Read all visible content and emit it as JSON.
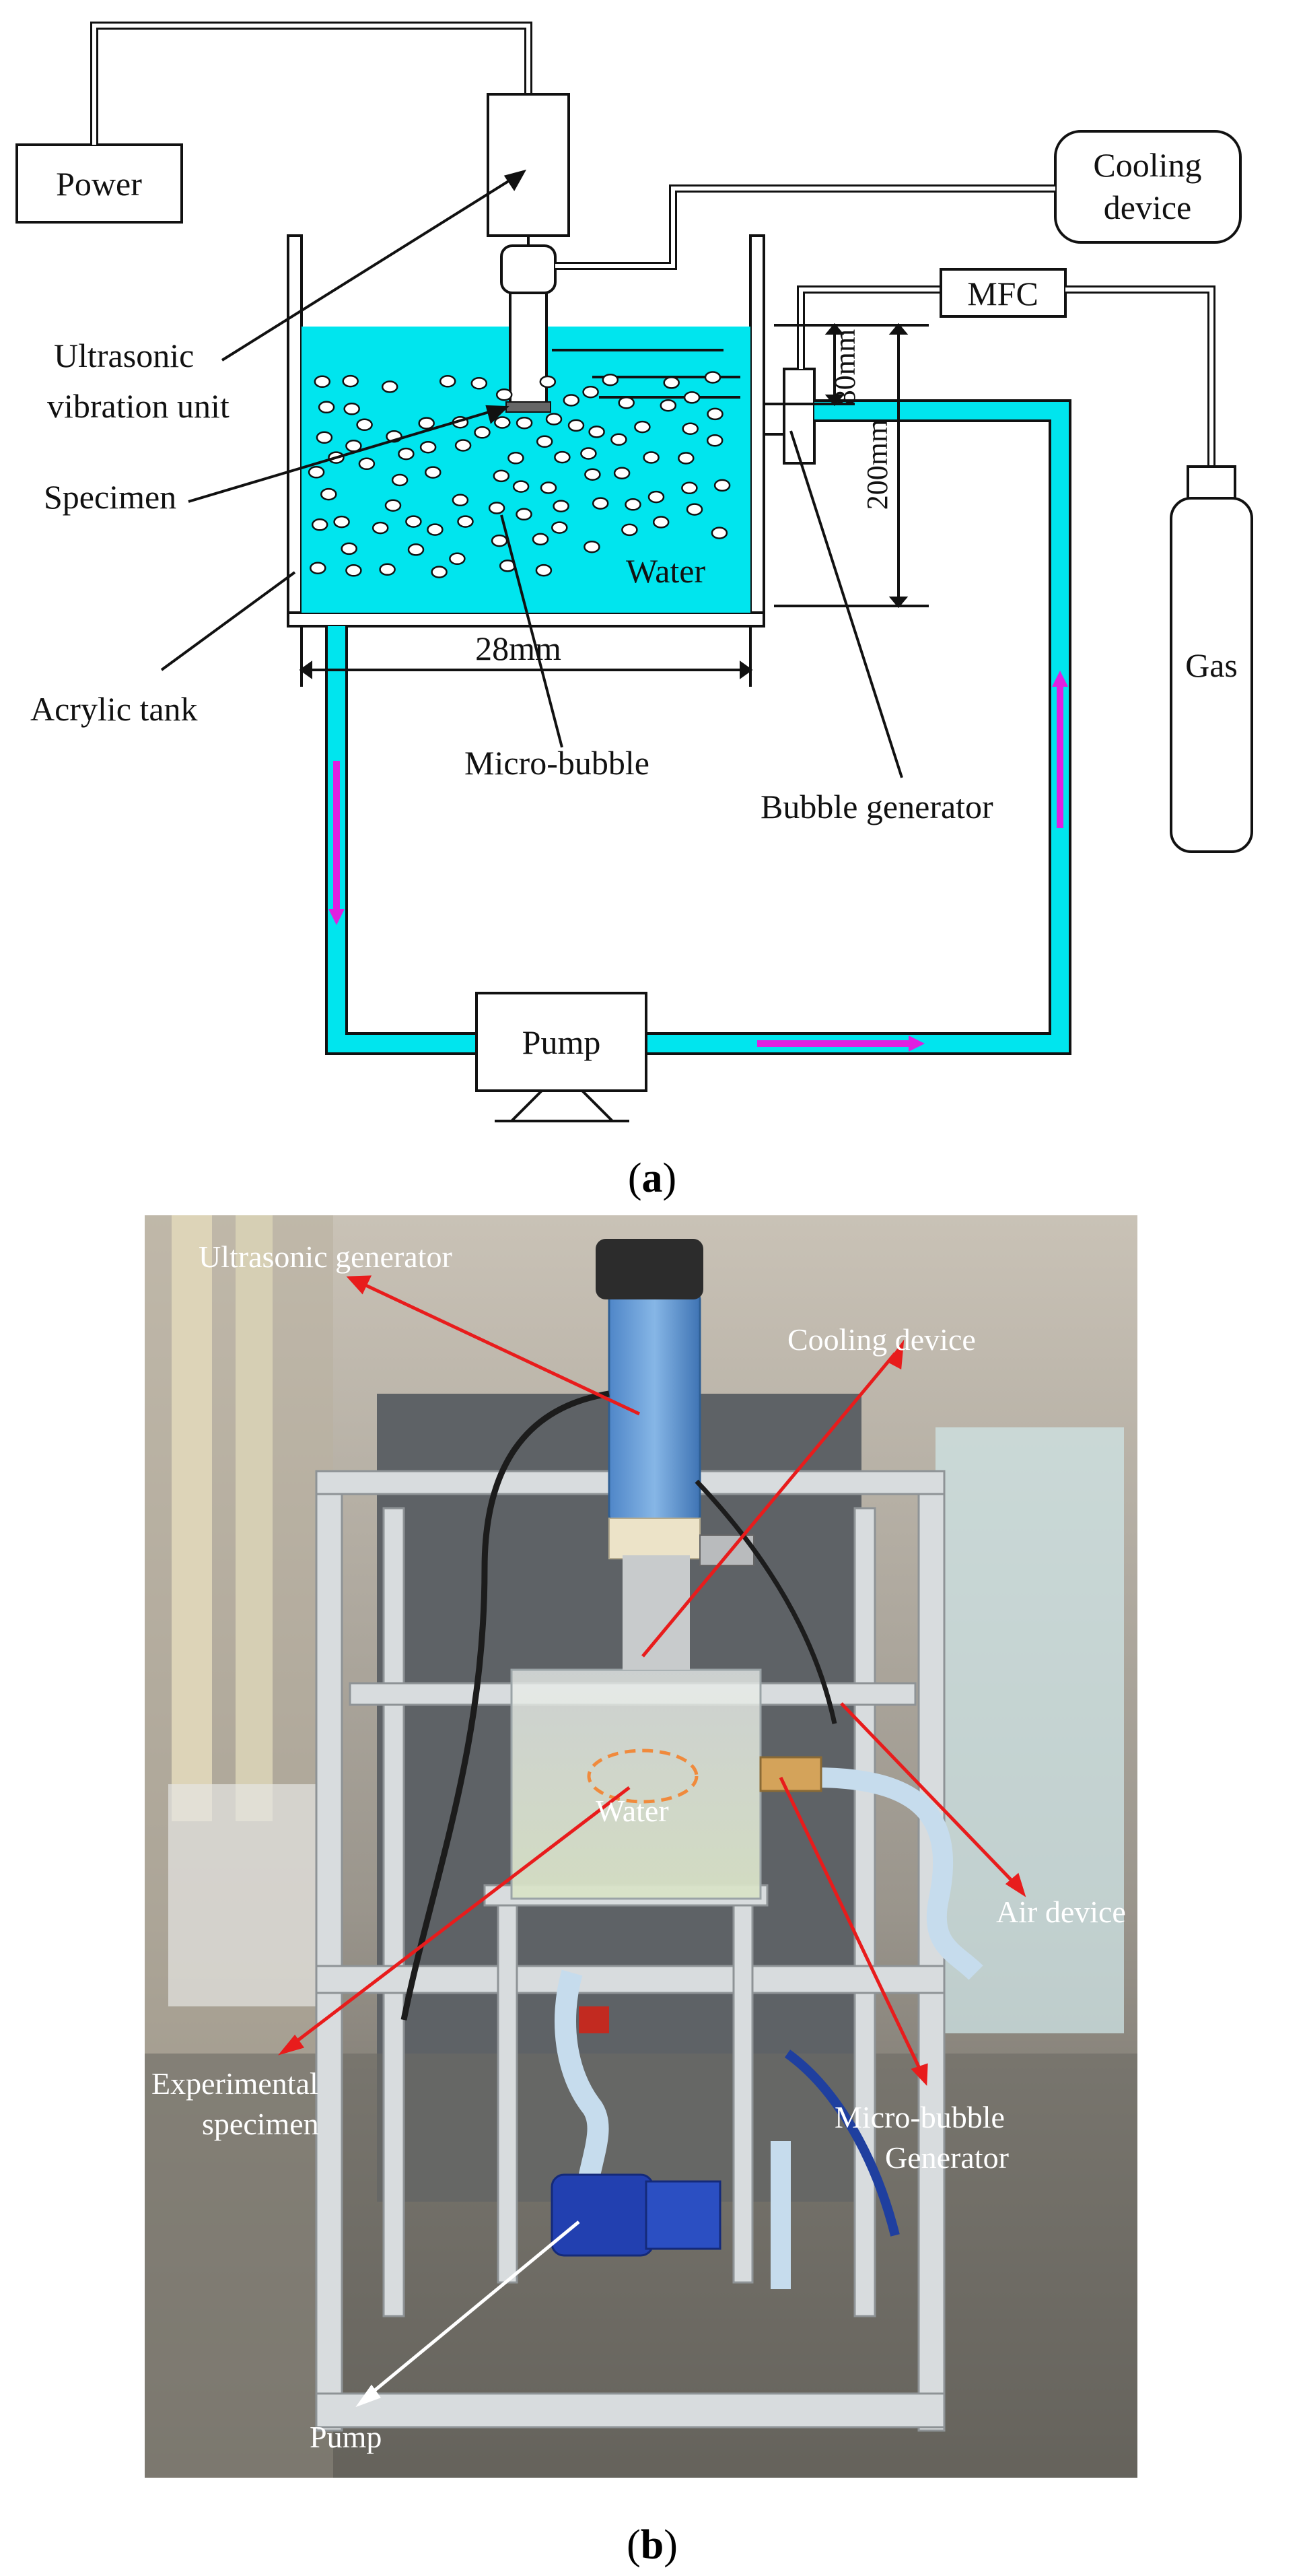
{
  "colors": {
    "water": "#00E5EE",
    "arrow_flow": "#E020E0",
    "line": "#111111",
    "photo_arrow": "#E81C1C",
    "photo_ellipse": "#F08A3C"
  },
  "panel_a": {
    "labels": {
      "power": "Power",
      "cooling_line1": "Cooling",
      "cooling_line2": "device",
      "mfc": "MFC",
      "ultrasonic_line1": "Ultrasonic",
      "ultrasonic_line2": "vibration unit",
      "specimen": "Specimen",
      "water": "Water",
      "acrylic_tank": "Acrylic  tank",
      "dim_28": "28mm",
      "dim_80": "80mm",
      "dim_200": "200mm",
      "micro_bubble": "Micro-bubble",
      "bubble_generator": "Bubble  generator",
      "gas": "Gas",
      "pump": "Pump"
    },
    "caption": {
      "open": "(",
      "letter": "a",
      "close": ")"
    }
  },
  "panel_b": {
    "labels": {
      "ultrasonic_generator": "Ultrasonic generator",
      "cooling_device": "Cooling device",
      "water": "Water",
      "air_device": "Air device",
      "experimental_line1": "Experimental",
      "experimental_line2": "specimen",
      "micro_bubble_line1": "Micro-bubble",
      "micro_bubble_line2": "Generator",
      "pump": "Pump"
    },
    "caption": {
      "open": "(",
      "letter": "b",
      "close": ")"
    }
  }
}
